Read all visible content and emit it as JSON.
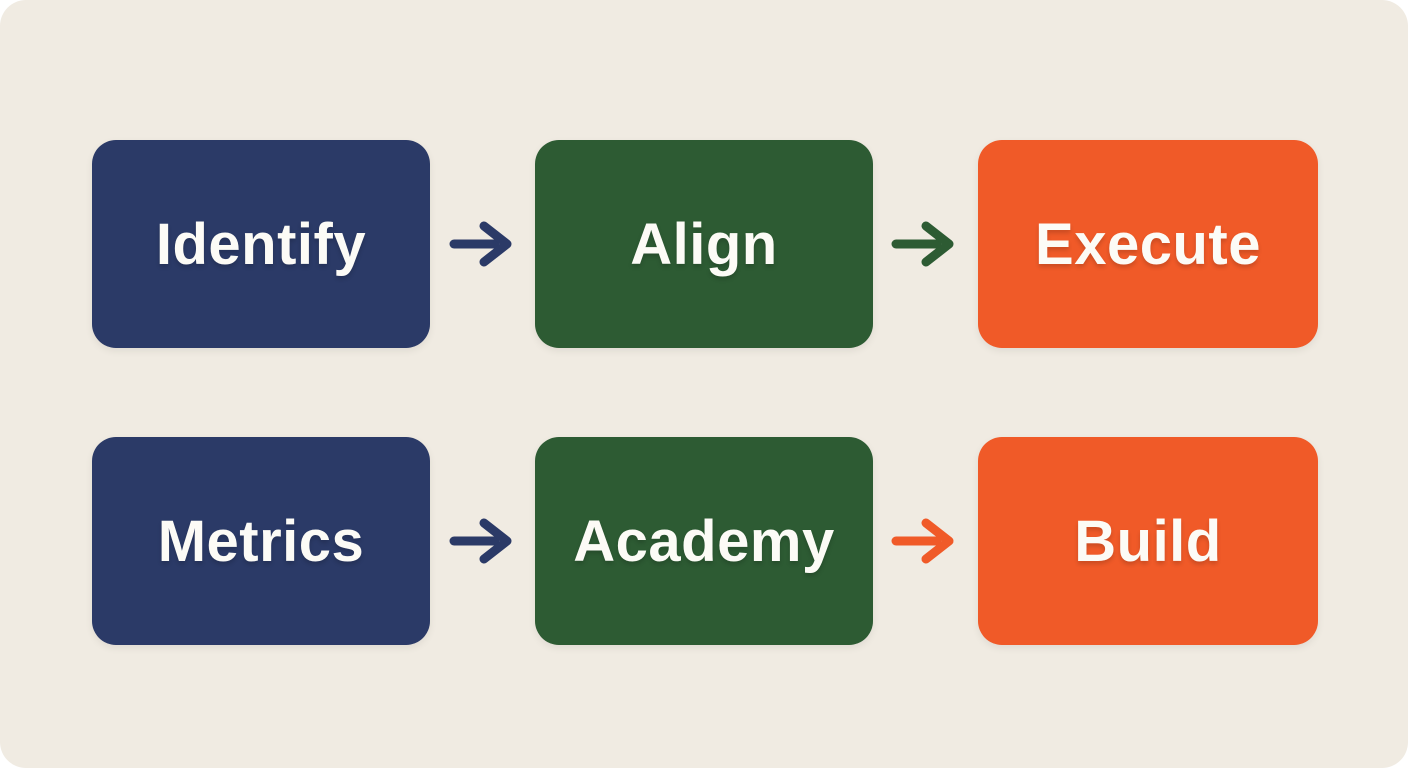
{
  "diagram": {
    "title": "process-flow",
    "surface_color": "#f0ebe2",
    "page_color": "#ffffff",
    "text_color": "#fcfbf6",
    "colors": {
      "navy": "#2b3a67",
      "green": "#2d5b33",
      "orange": "#f05a28"
    },
    "rows": [
      {
        "boxes": [
          {
            "label": "Identify",
            "color": "#2b3a67"
          },
          {
            "label": "Align",
            "color": "#2d5b33"
          },
          {
            "label": "Execute",
            "color": "#f05a28"
          }
        ],
        "arrows": [
          {
            "name": "arrow-identify-to-align",
            "color": "#2b3a67"
          },
          {
            "name": "arrow-align-to-execute",
            "color": "#2d5b33"
          }
        ]
      },
      {
        "boxes": [
          {
            "label": "Metrics",
            "color": "#2b3a67"
          },
          {
            "label": "Academy",
            "color": "#2d5b33"
          },
          {
            "label": "Build",
            "color": "#f05a28"
          }
        ],
        "arrows": [
          {
            "name": "arrow-metrics-to-academy",
            "color": "#2b3a67"
          },
          {
            "name": "arrow-academy-to-build",
            "color": "#f05a28"
          }
        ]
      }
    ]
  }
}
